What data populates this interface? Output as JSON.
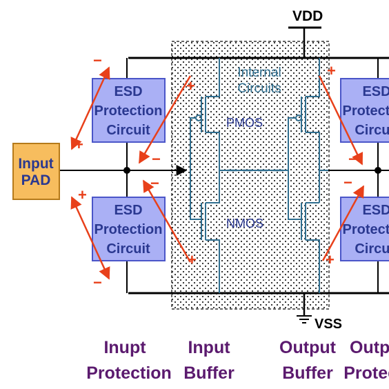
{
  "rails": {
    "vdd_label": "VDD",
    "vss_label": "VSS"
  },
  "pad": {
    "line1": "Input",
    "line2": "PAD"
  },
  "esd_blocks": [
    {
      "line1": "ESD",
      "line2": "Protection",
      "line3": "Circuit"
    },
    {
      "line1": "ESD",
      "line2": "Protection",
      "line3": "Circuit"
    },
    {
      "line1": "ESD",
      "line2": "Protection",
      "line3": "Circuit"
    },
    {
      "line1": "ESD",
      "line2": "Protection",
      "line3": "Circuit"
    }
  ],
  "core": {
    "title_line1": "Internal",
    "title_line2": "Circuits",
    "pmos_label": "PMOS",
    "nmos_label": "NMOS"
  },
  "polarity": {
    "plus": "+",
    "minus": "−"
  },
  "sections": [
    {
      "line1": "Inupt",
      "line2": "Protection"
    },
    {
      "line1": "Input",
      "line2": "Buffer"
    },
    {
      "line1": "Output",
      "line2": "Buffer"
    },
    {
      "line1": "Output",
      "line2": "Protection"
    }
  ],
  "colors": {
    "esd_fill": "#aab0f5",
    "esd_stroke": "#4a55c8",
    "esd_text": "#2a3890",
    "pad_fill": "#f7bd5e",
    "pad_stroke": "#b57a1a",
    "wire": "#2f6e8f",
    "rail": "#000000",
    "arrow": "#e8401a",
    "section_text": "#5b1a6e"
  }
}
